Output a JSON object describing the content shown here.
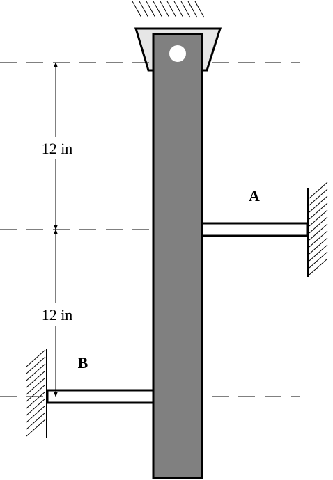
{
  "dimensions": {
    "upper": "12 in",
    "lower": "12 in"
  },
  "labels": {
    "rod_a": "A",
    "rod_b": "B"
  },
  "colors": {
    "bar_fill": "#808080",
    "outline": "#000000",
    "hole": "#ffffff",
    "support_fill": "#e6e6e6"
  }
}
